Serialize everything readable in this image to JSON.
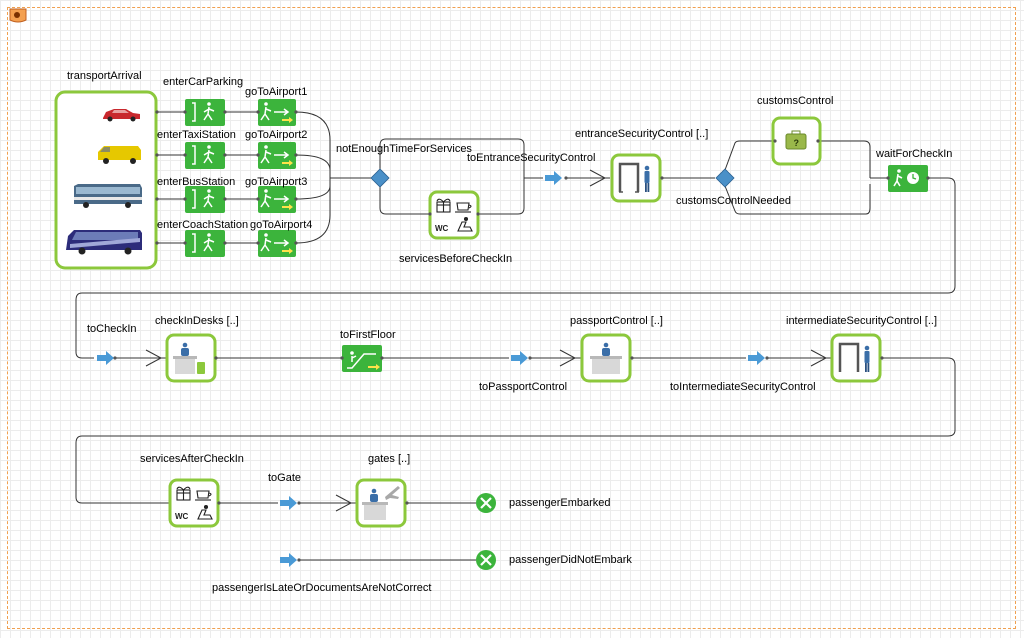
{
  "labels": {
    "transportArrival": "transportArrival",
    "enterCarParking": "enterCarParking",
    "enterTaxiStation": "enterTaxiStation",
    "enterBusStation": "enterBusStation",
    "enterCoachStation": "enterCoachStation",
    "goToAirport1": "goToAirport1",
    "goToAirport2": "goToAirport2",
    "goToAirport3": "goToAirport3",
    "goToAirport4": "goToAirport4",
    "notEnoughTimeForServices": "notEnoughTimeForServices",
    "servicesBeforeCheckIn": "servicesBeforeCheckIn",
    "toEntranceSecurityControl": "toEntranceSecurityControl",
    "entranceSecurityControl": "entranceSecurityControl [..]",
    "customsControl": "customsControl",
    "customsControlNeeded": "customsControlNeeded",
    "waitForCheckIn": "waitForCheckIn",
    "toCheckIn": "toCheckIn",
    "checkInDesks": "checkInDesks [..]",
    "toFirstFloor": "toFirstFloor",
    "toPassportControl": "toPassportControl",
    "passportControl": "passportControl [..]",
    "toIntermediateSecurityControl": "toIntermediateSecurityControl",
    "intermediateSecurityControl": "intermediateSecurityControl [..]",
    "servicesAfterCheckIn": "servicesAfterCheckIn",
    "toGate": "toGate",
    "gates": "gates [..]",
    "passengerEmbarked": "passengerEmbarked",
    "passengerDidNotEmbark": "passengerDidNotEmbark",
    "passengerIsLateOrDocumentsAreNotCorrect": "passengerIsLateOrDocumentsAreNotCorrect"
  },
  "service_glyphs": {
    "before": {
      "wc": "WC"
    },
    "after": {
      "wc": "WC"
    }
  },
  "customs_glyph": "?",
  "colors": {
    "green": "#3cb43c",
    "lime": "#8cc83c",
    "blue": "#4a9ad6",
    "diamond": "#4a90c8",
    "line": "#333333",
    "border_dash": "#f0a050",
    "car": "#c8282d",
    "van": "#e6c800",
    "bus": "#2a4a6a",
    "coach": "#2c2c7a"
  },
  "icons": [
    "logo-icon",
    "car-icon",
    "taxi-van-icon",
    "bus-icon",
    "coach-icon",
    "walk-icon",
    "escalator-icon",
    "gift-icon",
    "coffee-icon",
    "wc-icon",
    "seat-icon",
    "metal-detector-icon",
    "person-icon",
    "desk-icon",
    "airplane-icon",
    "clock-icon",
    "sink-icon",
    "queue-arrow-icon",
    "select-diamond-icon"
  ]
}
